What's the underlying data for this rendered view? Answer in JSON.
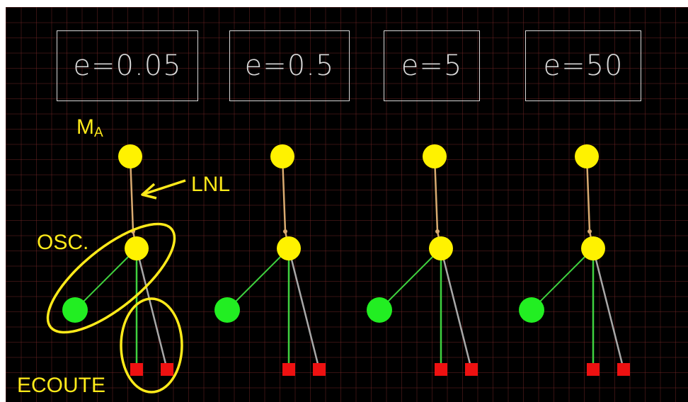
{
  "labels": [
    "e=0.05",
    "e=0.5",
    "e=5",
    "e=50"
  ],
  "annotations": {
    "ma_main": "M",
    "ma_sub": "A",
    "lnl": "LNL",
    "osc": "OSC.",
    "ecoute": "ECOUTE"
  },
  "colors": {
    "background": "#000000",
    "grid": "#782828",
    "yellow_node": "#fff200",
    "green_node": "#22ee22",
    "red_node": "#ee1111",
    "link_tan": "#d9aa70",
    "link_green": "#3fd23f",
    "link_grey": "#a8a8a8",
    "annotation": "#ffea1a",
    "box_outline": "#d8d8d8"
  }
}
